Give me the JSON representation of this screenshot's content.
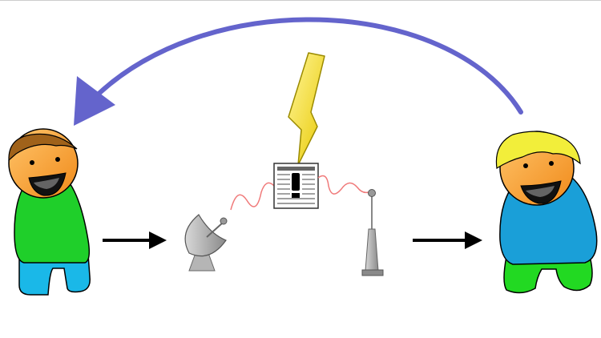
{
  "diagram": {
    "nodes": [
      {
        "id": "sender",
        "icon": "person-brown-hair-icon",
        "shirt_color": "#1fcf2a",
        "pants_color": "#1ab8e8"
      },
      {
        "id": "satellite-dish",
        "icon": "satellite-dish-icon"
      },
      {
        "id": "message-document",
        "icon": "warning-document-icon"
      },
      {
        "id": "lightning",
        "icon": "lightning-bolt-icon",
        "color": "#f2e01a"
      },
      {
        "id": "antenna",
        "icon": "antenna-icon"
      },
      {
        "id": "receiver",
        "icon": "person-blond-hair-icon",
        "shirt_color": "#1a9fd8",
        "pants_color": "#22d922"
      }
    ],
    "edges": [
      {
        "from": "sender",
        "to": "satellite-dish",
        "style": "black-arrow"
      },
      {
        "from": "satellite-dish",
        "to": "message-document",
        "style": "red-wave"
      },
      {
        "from": "message-document",
        "to": "antenna",
        "style": "red-wave"
      },
      {
        "from": "antenna",
        "to": "receiver",
        "style": "black-arrow"
      },
      {
        "from": "receiver",
        "to": "sender",
        "style": "blue-curved-arrow",
        "color": "#6464cc"
      }
    ]
  }
}
